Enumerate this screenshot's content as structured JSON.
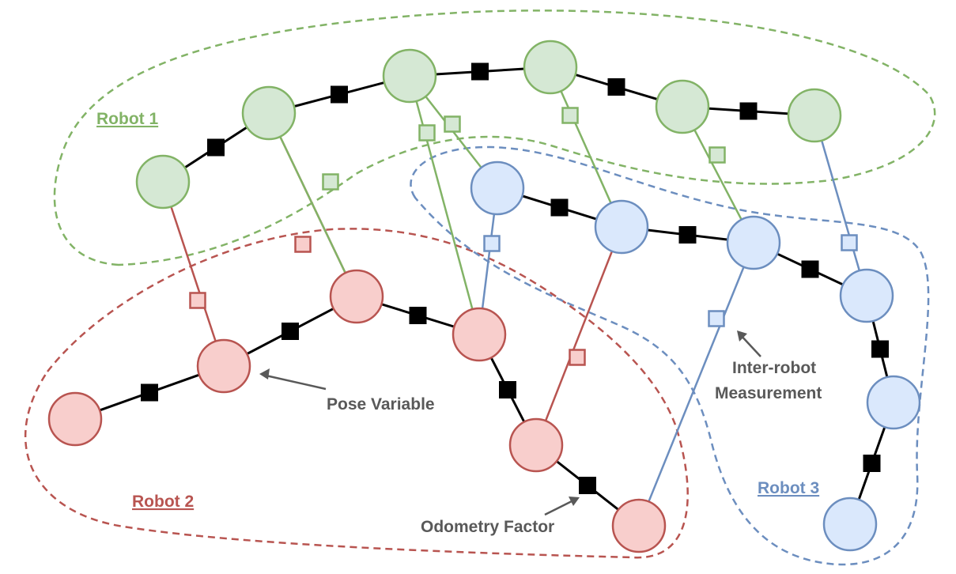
{
  "colors": {
    "robot1": {
      "stroke": "#82b366",
      "fill": "#d5e8d4"
    },
    "robot2": {
      "stroke": "#b85450",
      "fill": "#f8cecc"
    },
    "robot3": {
      "stroke": "#6c8ebf",
      "fill": "#dae8fc"
    },
    "odometry": "#000000",
    "annotation": "#595959"
  },
  "labels": {
    "robot1": "Robot 1",
    "robot2": "Robot 2",
    "robot3": "Robot 3",
    "pose_variable": "Pose Variable",
    "inter_robot_line1": "Inter-robot",
    "inter_robot_line2": "Measurement",
    "odometry_factor": "Odometry Factor"
  },
  "graph": {
    "robots": [
      {
        "id": "robot1",
        "poses": [
          "g1",
          "g2",
          "g3",
          "g4",
          "g5",
          "g6"
        ]
      },
      {
        "id": "robot2",
        "poses": [
          "r1",
          "r2",
          "r3",
          "r4",
          "r5",
          "r6"
        ]
      },
      {
        "id": "robot3",
        "poses": [
          "b1",
          "b2",
          "b3",
          "b4",
          "b5",
          "b6"
        ]
      }
    ],
    "inter_robot_measurements": [
      {
        "from": "g1",
        "to": "r2",
        "color": "robot2"
      },
      {
        "from": "g2",
        "to": "r3",
        "color": "robot2"
      },
      {
        "from": "g2",
        "to": "r3",
        "color": "robot1"
      },
      {
        "from": "g3",
        "to": "r4",
        "color": "robot1"
      },
      {
        "from": "g3",
        "to": "b1",
        "color": "robot1"
      },
      {
        "from": "g4",
        "to": "b2",
        "color": "robot1"
      },
      {
        "from": "g5",
        "to": "b3",
        "color": "robot1"
      },
      {
        "from": "g6",
        "to": "b4",
        "color": "robot3"
      },
      {
        "from": "b1",
        "to": "r4",
        "color": "robot3"
      },
      {
        "from": "b2",
        "to": "r5",
        "color": "robot2"
      },
      {
        "from": "b3",
        "to": "r6",
        "color": "robot3"
      }
    ]
  }
}
